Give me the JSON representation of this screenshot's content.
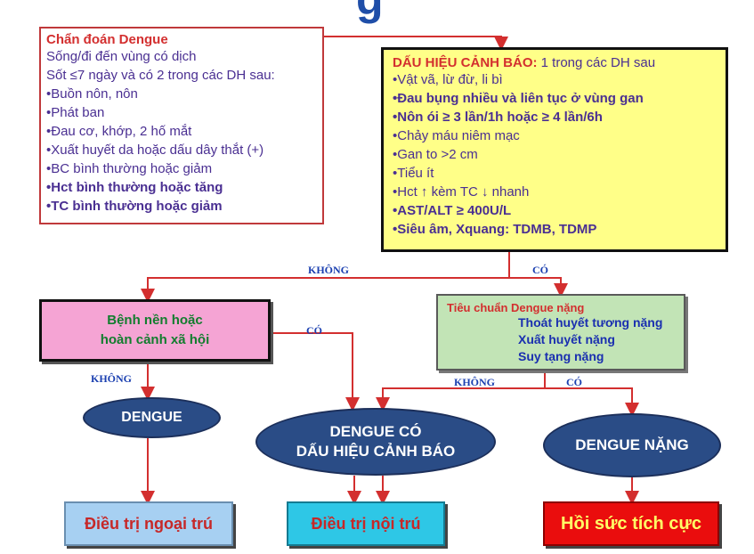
{
  "title_fragment": "g",
  "diagnosis": {
    "title": "Chẩn đoán Dengue",
    "lines": [
      "Sống/đi đến vùng có dịch",
      "Sốt ≤7 ngày và có 2 trong các DH sau:",
      "•Buồn nôn, nôn",
      "•Phát ban",
      "•Đau cơ, khớp, 2 hố mắt",
      "•Xuất huyết da hoặc dấu dây thắt (+)",
      "•BC bình thường hoặc giảm"
    ],
    "bold_lines": [
      "•Hct bình thường hoặc tăng",
      "•TC bình thường hoặc giảm"
    ]
  },
  "warning": {
    "title_bold": "DẤU HIỆU CẢNH BÁO:",
    "title_rest": " 1 trong các DH sau",
    "lines": [
      {
        "text": "•Vật vã, lừ đừ, li bì",
        "bold": false
      },
      {
        "text": "•Đau bụng nhiều và liên tục ở vùng gan",
        "bold": true
      },
      {
        "text": "•Nôn ói ≥ 3 lần/1h hoặc ≥ 4 lần/6h",
        "bold": true
      },
      {
        "text": "•Chảy máu niêm mạc",
        "bold": false
      },
      {
        "text": "•Gan to >2 cm",
        "bold": false
      },
      {
        "text": "•Tiểu ít",
        "bold": false
      },
      {
        "text": "•Hct ↑ kèm TC ↓ nhanh",
        "bold": false
      },
      {
        "text": "•AST/ALT ≥ 400U/L",
        "bold": true
      },
      {
        "text": "•Siêu âm, Xquang: TDMB, TDMP",
        "bold": true
      }
    ]
  },
  "underlying": {
    "line1": "Bệnh nền hoặc",
    "line2": "hoàn cảnh xã hội"
  },
  "severe_criteria": {
    "title": "Tiêu chuẩn Dengue nặng",
    "lines": [
      "Thoát huyết tương nặng",
      "Xuất huyết nặng",
      "Suy tạng nặng"
    ]
  },
  "outcomes": {
    "dengue": "DENGUE",
    "dengue_warning_line1": "DENGUE CÓ",
    "dengue_warning_line2": "DẤU HIỆU CẢNH BÁO",
    "dengue_severe": "DENGUE NẶNG"
  },
  "treatments": {
    "outpatient": "Điều trị ngoại trú",
    "inpatient": "Điều trị nội trú",
    "icu": "Hồi sức tích cực"
  },
  "edge_labels": {
    "no": "KHÔNG",
    "yes": "CÓ"
  },
  "colors": {
    "arrow": "#d32f2f",
    "ellipse": "#2a4c86",
    "warning_bg": "#ffff88",
    "underlying_bg": "#f5a4d4",
    "severe_bg": "#c2e4b6",
    "icu_bg": "#ea0d0d"
  }
}
